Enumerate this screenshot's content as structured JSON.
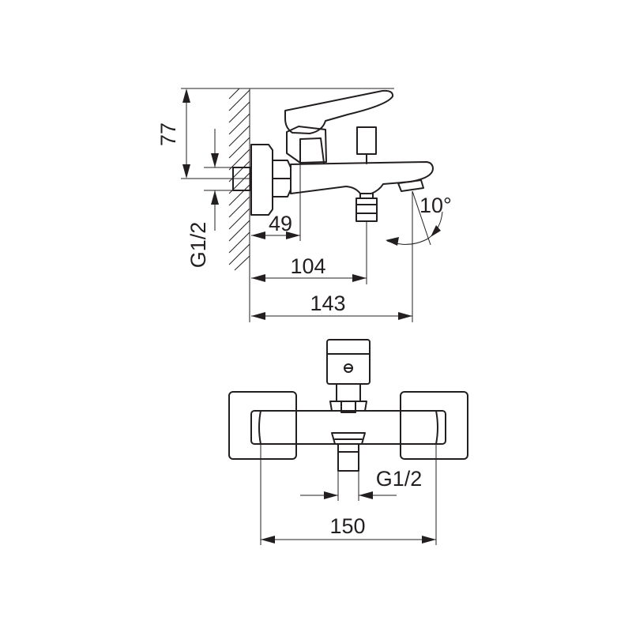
{
  "side_view": {
    "dim_height": "77",
    "dim_thread": "G1/2",
    "dim_49": "49",
    "dim_104": "104",
    "dim_143": "143",
    "angle": "10°"
  },
  "front_view": {
    "dim_thread": "G1/2",
    "dim_150": "150"
  },
  "colors": {
    "line": "#231f20",
    "background": "#ffffff"
  }
}
